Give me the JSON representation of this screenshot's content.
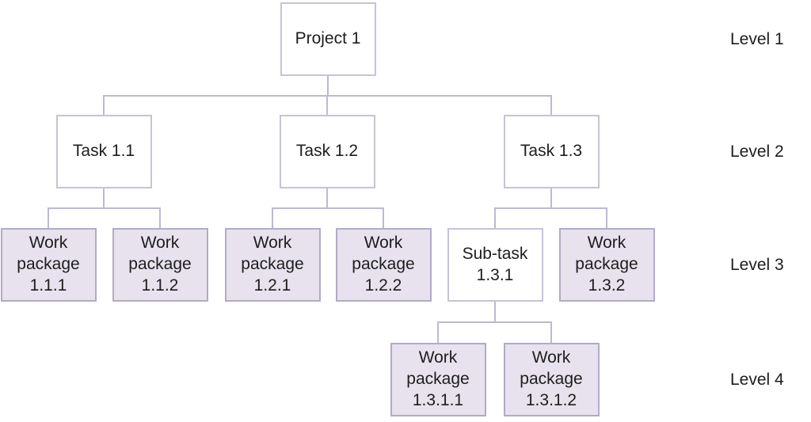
{
  "diagram": {
    "nodes": [
      {
        "id": "project-1",
        "label": "Project 1",
        "level": 1,
        "variant": "plain",
        "parent": null
      },
      {
        "id": "task-1-1",
        "label": "Task 1.1",
        "level": 2,
        "variant": "plain",
        "parent": "project-1"
      },
      {
        "id": "task-1-2",
        "label": "Task 1.2",
        "level": 2,
        "variant": "plain",
        "parent": "project-1"
      },
      {
        "id": "task-1-3",
        "label": "Task 1.3",
        "level": 2,
        "variant": "plain",
        "parent": "project-1"
      },
      {
        "id": "wp-1-1-1",
        "label": "Work package 1.1.1",
        "level": 3,
        "variant": "filled",
        "parent": "task-1-1"
      },
      {
        "id": "wp-1-1-2",
        "label": "Work package 1.1.2",
        "level": 3,
        "variant": "filled",
        "parent": "task-1-1"
      },
      {
        "id": "wp-1-2-1",
        "label": "Work package 1.2.1",
        "level": 3,
        "variant": "filled",
        "parent": "task-1-2"
      },
      {
        "id": "wp-1-2-2",
        "label": "Work package 1.2.2",
        "level": 3,
        "variant": "filled",
        "parent": "task-1-2"
      },
      {
        "id": "subtask-1-3-1",
        "label": "Sub-task 1.3.1",
        "level": 3,
        "variant": "plain",
        "parent": "task-1-3"
      },
      {
        "id": "wp-1-3-2",
        "label": "Work package 1.3.2",
        "level": 3,
        "variant": "filled",
        "parent": "task-1-3"
      },
      {
        "id": "wp-1-3-1-1",
        "label": "Work package 1.3.1.1",
        "level": 4,
        "variant": "filled",
        "parent": "subtask-1-3-1"
      },
      {
        "id": "wp-1-3-1-2",
        "label": "Work package 1.3.1.2",
        "level": 4,
        "variant": "filled",
        "parent": "subtask-1-3-1"
      }
    ],
    "level_labels": [
      {
        "label": "Level 1"
      },
      {
        "label": "Level 2"
      },
      {
        "label": "Level 3"
      },
      {
        "label": "Level 4"
      }
    ],
    "colors": {
      "plain_fill": "#ffffff",
      "filled_fill": "#e7e2ee",
      "plain_border": "#c6c3d8",
      "filled_border": "#b1abc4",
      "connector": "#bdbacf",
      "text": "#1d1d1d",
      "background": "#ffffff"
    }
  }
}
